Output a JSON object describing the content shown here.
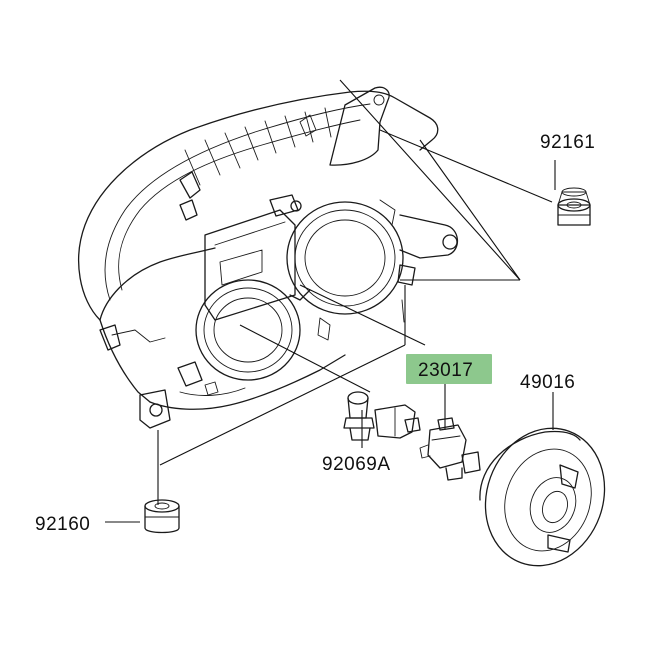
{
  "diagram": {
    "parts": [
      {
        "id": "92161",
        "label": "92161",
        "name": "grommet-upper"
      },
      {
        "id": "92160",
        "label": "92160",
        "name": "grommet-lower"
      },
      {
        "id": "23017",
        "label": "23017",
        "name": "socket-harness",
        "highlighted": true
      },
      {
        "id": "49016",
        "label": "49016",
        "name": "bulb-cap"
      },
      {
        "id": "92069A",
        "label": "92069A",
        "name": "bulb"
      }
    ],
    "colors": {
      "line": "#1a1a1a",
      "highlight": "#8dc88d",
      "label": "#111111",
      "background": "#ffffff"
    }
  }
}
